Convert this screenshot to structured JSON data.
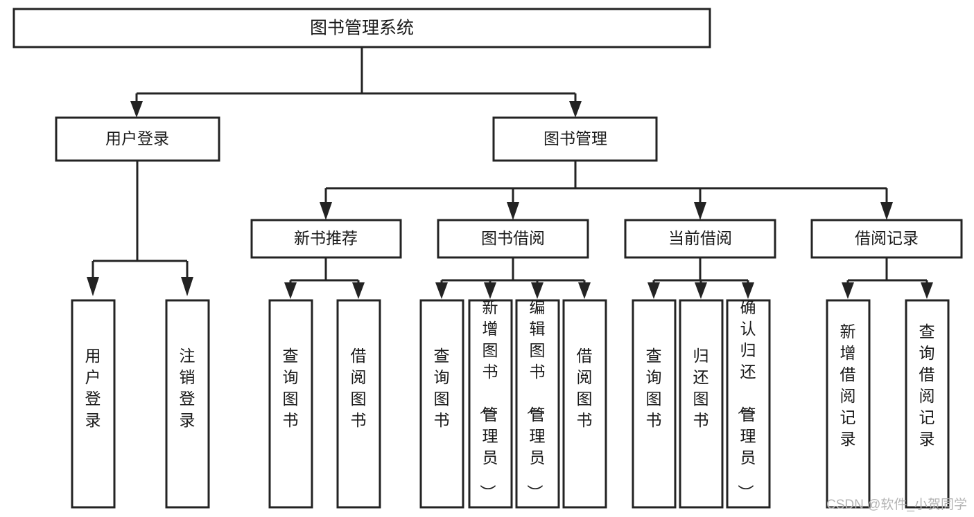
{
  "diagram": {
    "type": "tree",
    "title": "图书管理系统",
    "watermark": "CSDN @软件_小贺同学",
    "colors": {
      "box_stroke": "#232323",
      "box_fill": "#ffffff",
      "text": "#1a1a1a",
      "watermark": "#b4b4b4",
      "background": "#ffffff"
    },
    "root": {
      "id": "root",
      "label": "图书管理系统"
    },
    "level2": [
      {
        "id": "user-login",
        "label": "用户登录"
      },
      {
        "id": "book-manage",
        "label": "图书管理"
      }
    ],
    "level3": [
      {
        "id": "new-book-recommend",
        "label": "新书推荐",
        "parent": "book-manage"
      },
      {
        "id": "book-borrow",
        "label": "图书借阅",
        "parent": "book-manage"
      },
      {
        "id": "current-borrow",
        "label": "当前借阅",
        "parent": "book-manage"
      },
      {
        "id": "borrow-record",
        "label": "借阅记录",
        "parent": "book-manage"
      }
    ],
    "leaves": {
      "user-login": [
        {
          "id": "leaf-user-login",
          "label": "用户登录"
        },
        {
          "id": "leaf-user-logout",
          "label": "注销登录"
        }
      ],
      "new-book-recommend": [
        {
          "id": "leaf-query-book-1",
          "label": "查询图书"
        },
        {
          "id": "leaf-borrow-book-1",
          "label": "借阅图书"
        }
      ],
      "book-borrow": [
        {
          "id": "leaf-query-book-2",
          "label": "查询图书"
        },
        {
          "id": "leaf-add-book",
          "label": "新增图书（管理员）"
        },
        {
          "id": "leaf-edit-book",
          "label": "编辑图书（管理员）"
        },
        {
          "id": "leaf-borrow-book-2",
          "label": "借阅图书"
        }
      ],
      "current-borrow": [
        {
          "id": "leaf-query-book-3",
          "label": "查询图书"
        },
        {
          "id": "leaf-return-book",
          "label": "归还图书"
        },
        {
          "id": "leaf-confirm-return",
          "label": "确认归还（管理员）"
        }
      ],
      "borrow-record": [
        {
          "id": "leaf-add-record",
          "label": "新增借阅记录"
        },
        {
          "id": "leaf-query-record",
          "label": "查询借阅记录"
        }
      ]
    }
  }
}
